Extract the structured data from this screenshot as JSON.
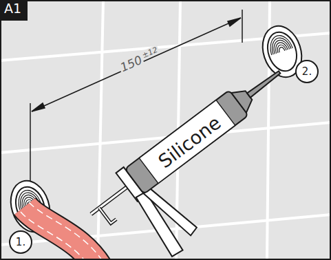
{
  "diagram": {
    "nodes": [
      {
        "text": [
          "1."
        ]
      },
      {
        "text": [
          "2."
        ]
      }
    ],
    "labels": [
      "A1",
      "150",
      "±12",
      "Silicone"
    ]
  }
}
